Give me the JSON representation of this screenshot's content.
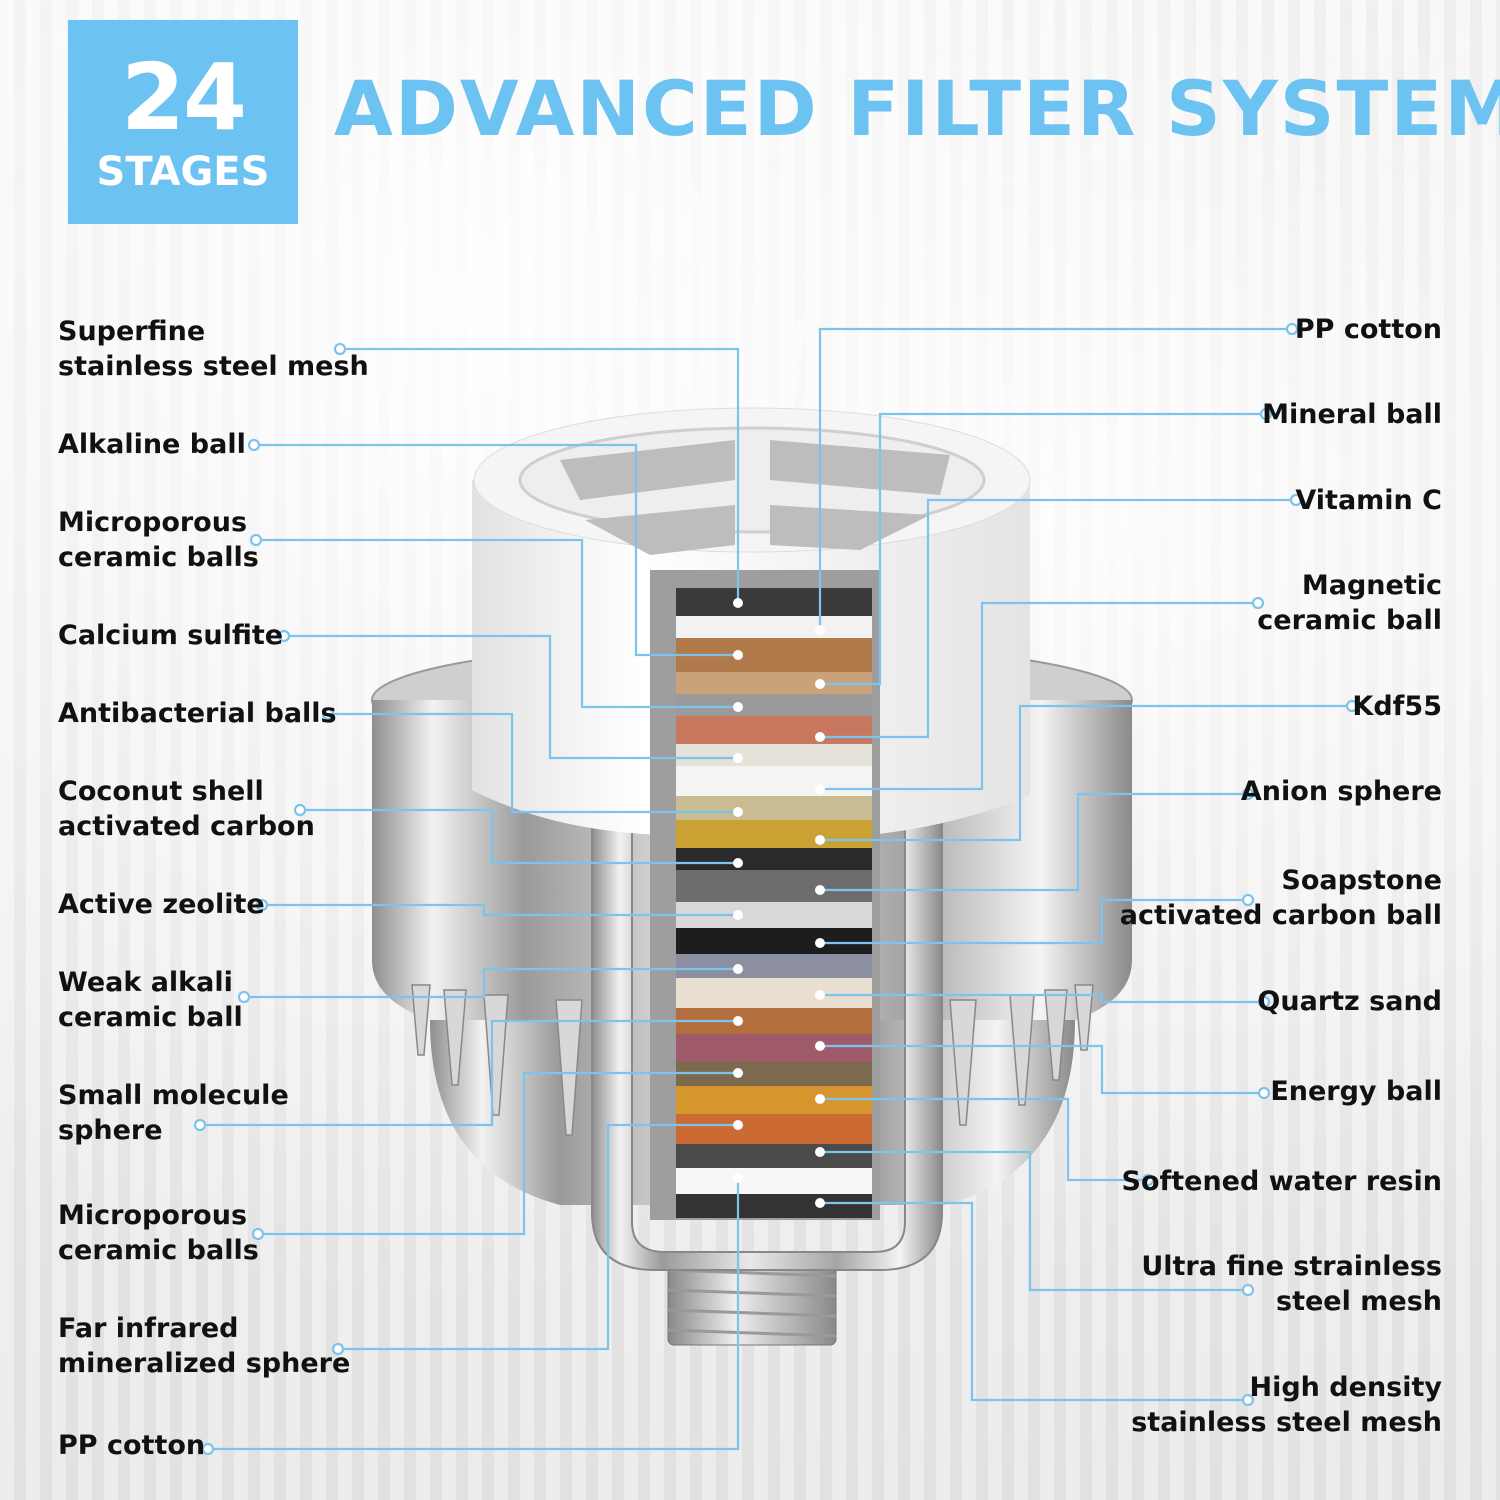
{
  "header": {
    "badge_number": "24",
    "badge_text": "STAGES",
    "title": "ADVANCED FILTER SYSTEM"
  },
  "colors": {
    "accent": "#6cc3f1",
    "leader": "#7cc4ee",
    "text": "#111111"
  },
  "labels_left": [
    "Superfine\nstainless steel mesh",
    "Alkaline ball",
    "Microporous\nceramic balls",
    "Calcium sulfite",
    "Antibacterial balls",
    "Coconut shell\nactivated carbon",
    "Active zeolite",
    "Weak alkali\nceramic ball",
    "Small molecule\nsphere",
    "Microporous\nceramic balls",
    "Far infrared\nmineralized sphere",
    "PP cotton"
  ],
  "labels_right": [
    "PP cotton",
    "Mineral ball",
    "Vitamin C",
    "Magnetic\nceramic ball",
    "Kdf55",
    "Anion sphere",
    "Soapstone\nactivated carbon ball",
    "Quartz sand",
    "Energy ball",
    "Softened water resin",
    "Ultra fine strainless\nsteel mesh",
    "High density\nstainless steel mesh"
  ]
}
